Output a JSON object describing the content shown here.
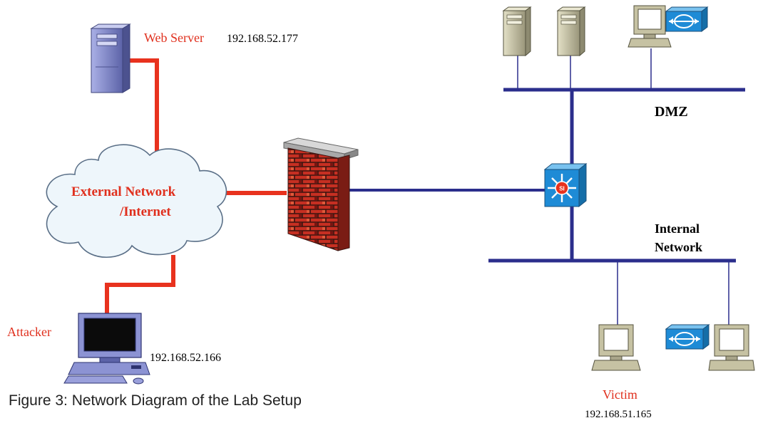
{
  "labels": {
    "web_server": "Web Server",
    "web_server_ip": "192.168.52.177",
    "cloud_line1": "External Network",
    "cloud_line2": "/Internet",
    "dmz": "DMZ",
    "internal_line1": "Internal",
    "internal_line2": "Network",
    "attacker": "Attacker",
    "attacker_ip": "192.168.52.166",
    "victim": "Victim",
    "victim_ip": "192.168.51.165",
    "caption": "Figure 3: Network Diagram of the Lab Setup"
  },
  "colors": {
    "external_link": "#e8321e",
    "internal_link": "#2b2e8c",
    "label_red": "#e0301e",
    "cloud_fill": "#eef6fb",
    "cloud_stroke": "#5a6f87",
    "server_purple": "#7f86c8",
    "server_beige": "#c6c2a3",
    "device_blue": "#1e8bd6"
  },
  "icons": {
    "web_server": "server-tower-icon",
    "cloud": "cloud-icon",
    "firewall": "brick-firewall-icon",
    "switch": "layer3-switch-icon",
    "dmz_server": "server-tower-icon",
    "workstation": "workstation-icon",
    "router": "router-icon"
  }
}
